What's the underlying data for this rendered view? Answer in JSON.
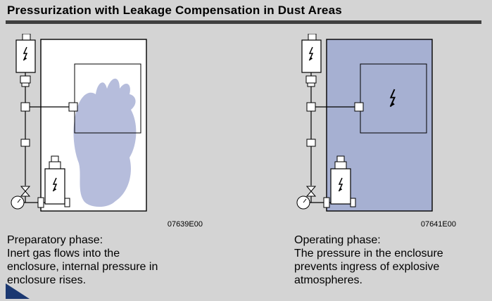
{
  "page": {
    "title": "Pressurization with Leakage Compensation in Dust Areas"
  },
  "figures": {
    "left": {
      "code": "07639E00",
      "caption_title": "Preparatory phase:",
      "caption_body": "Inert gas flows into the enclosure, internal pressure in enclosure rises."
    },
    "right": {
      "code": "07641E00",
      "caption_title": "Operating phase:",
      "caption_body": "The pressure in the enclosure prevents ingress of explosive atmospheres."
    }
  },
  "colors": {
    "background": "#d4d4d4",
    "enclosure_fill": "#a6b0d2",
    "plume": "#b6bddc",
    "rule": "#3f3f3f",
    "corner": "#1b3871"
  }
}
